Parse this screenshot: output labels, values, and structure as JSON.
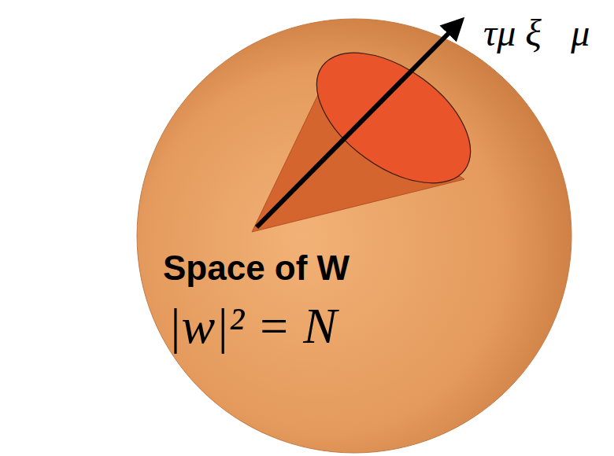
{
  "diagram": {
    "nodes": [
      {
        "text": [
          "Space of W",
          "|w|² = N"
        ]
      }
    ],
    "labels": [
      "τμ ξ⃗μ"
    ]
  }
}
